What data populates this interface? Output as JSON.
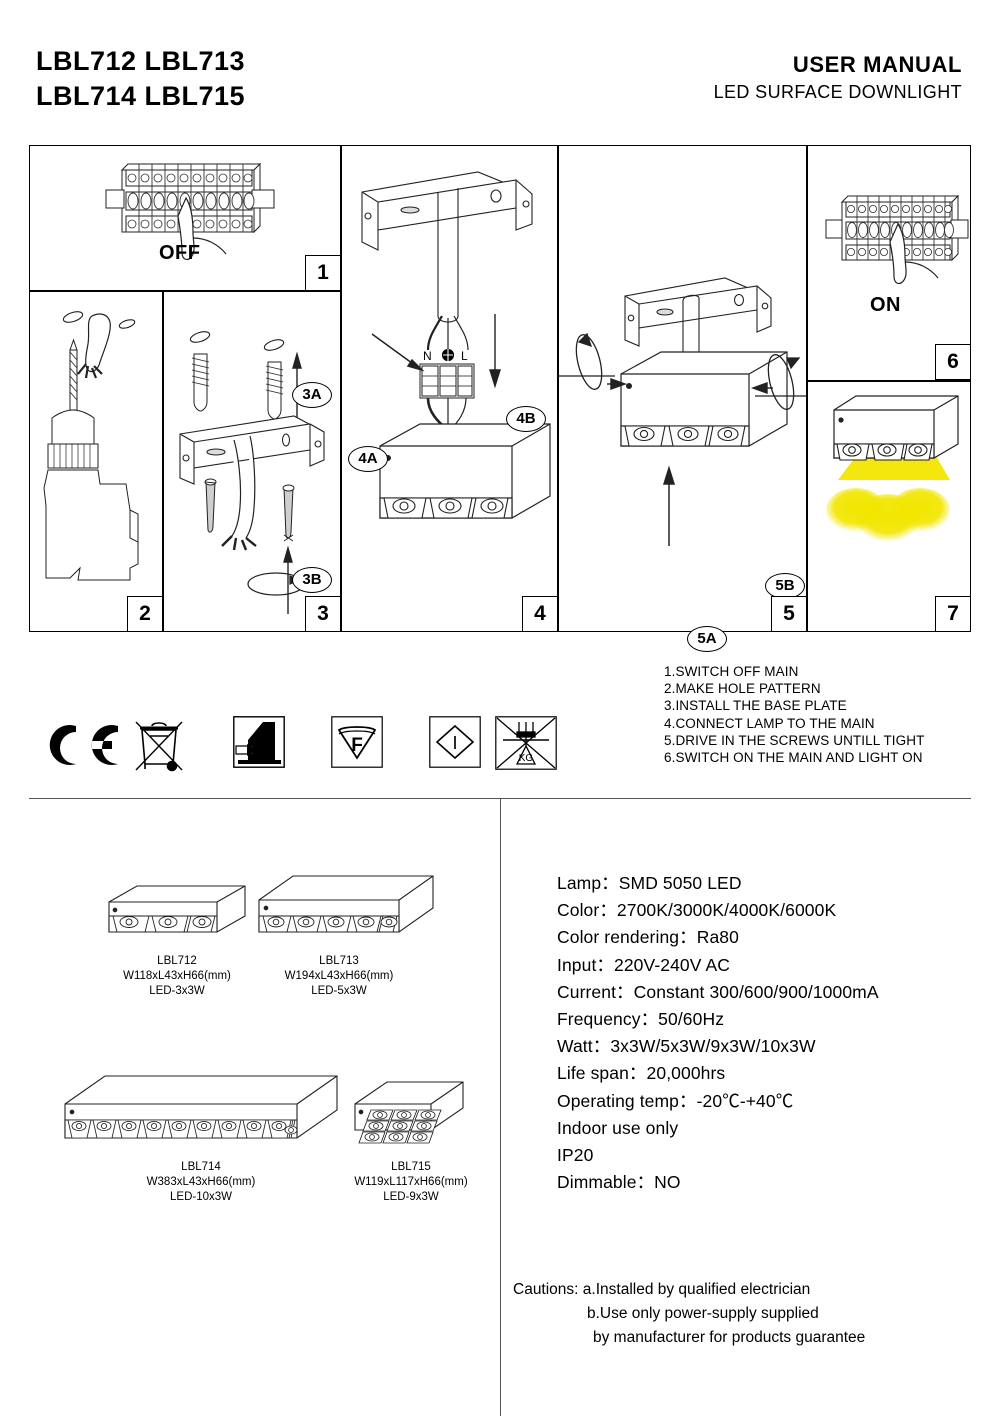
{
  "header": {
    "models_line1": "LBL712 LBL713",
    "models_line2": "LBL714 LBL715",
    "manual_title": "USER MANUAL",
    "manual_subtitle": "LED SURFACE DOWNLIGHT"
  },
  "diagram": {
    "panels": [
      {
        "number": "1",
        "caption": "OFF",
        "name": "switch-off-main"
      },
      {
        "number": "2",
        "caption": "",
        "name": "drill-hole-pattern"
      },
      {
        "number": "3",
        "caption": "",
        "name": "install-base-plate"
      },
      {
        "number": "4",
        "caption": "",
        "name": "connect-lamp-to-main"
      },
      {
        "number": "5",
        "caption": "",
        "name": "drive-in-screws"
      },
      {
        "number": "6",
        "caption": "ON",
        "name": "switch-on-main"
      },
      {
        "number": "7",
        "caption": "",
        "name": "light-on"
      }
    ],
    "bubbles": [
      "3A",
      "3B",
      "4A",
      "4B",
      "5A",
      "5B"
    ],
    "terminal_labels": [
      "N",
      "⏚",
      "L"
    ],
    "glow_color": "#F2E600"
  },
  "instructions": [
    "1.SWITCH OFF MAIN",
    "2.MAKE HOLE PATTERN",
    "3.INSTALL THE BASE PLATE",
    "4.CONNECT LAMP TO THE MAIN",
    "5.DRIVE IN THE SCREWS UNTILL TIGHT",
    "6.SWITCH ON THE MAIN AND LIGHT ON"
  ],
  "cert_icons": [
    {
      "name": "ce-mark-icon",
      "label": "CE"
    },
    {
      "name": "weee-crossed-bin-icon",
      "label": "WEEE"
    },
    {
      "name": "indoor-use-house-icon",
      "label": "Indoor use"
    },
    {
      "name": "f-mark-triangle-icon",
      "label": "F"
    },
    {
      "name": "class-one-diamond-icon",
      "label": "I"
    },
    {
      "name": "no-weight-load-icon",
      "label": "KG"
    }
  ],
  "products": [
    {
      "model": "LBL712",
      "dimensions": "W118xL43xH66(mm)",
      "led": "LED-3x3W",
      "leds": 3,
      "rows": 1
    },
    {
      "model": "LBL713",
      "dimensions": "W194xL43xH66(mm)",
      "led": "LED-5x3W",
      "leds": 5,
      "rows": 1
    },
    {
      "model": "LBL714",
      "dimensions": "W383xL43xH66(mm)",
      "led": "LED-10x3W",
      "leds": 10,
      "rows": 1
    },
    {
      "model": "LBL715",
      "dimensions": "W119xL117xH66(mm)",
      "led": "LED-9x3W",
      "leds": 9,
      "rows": 3
    }
  ],
  "specifications": [
    "Lamp：SMD 5050 LED",
    "Color：2700K/3000K/4000K/6000K",
    "Color rendering：Ra80",
    "Input：220V-240V AC",
    "Current：Constant 300/600/900/1000mA",
    "Frequency：50/60Hz",
    "Watt：3x3W/5x3W/9x3W/10x3W",
    "Life span：20,000hrs",
    "Operating temp：-20℃-+40℃",
    "Indoor use only",
    "IP20",
    "Dimmable：NO"
  ],
  "cautions": {
    "line1": "Cautions: a.Installed by qualified electrician",
    "line2": "b.Use only power-supply supplied",
    "line3": "by manufacturer for products guarantee"
  }
}
